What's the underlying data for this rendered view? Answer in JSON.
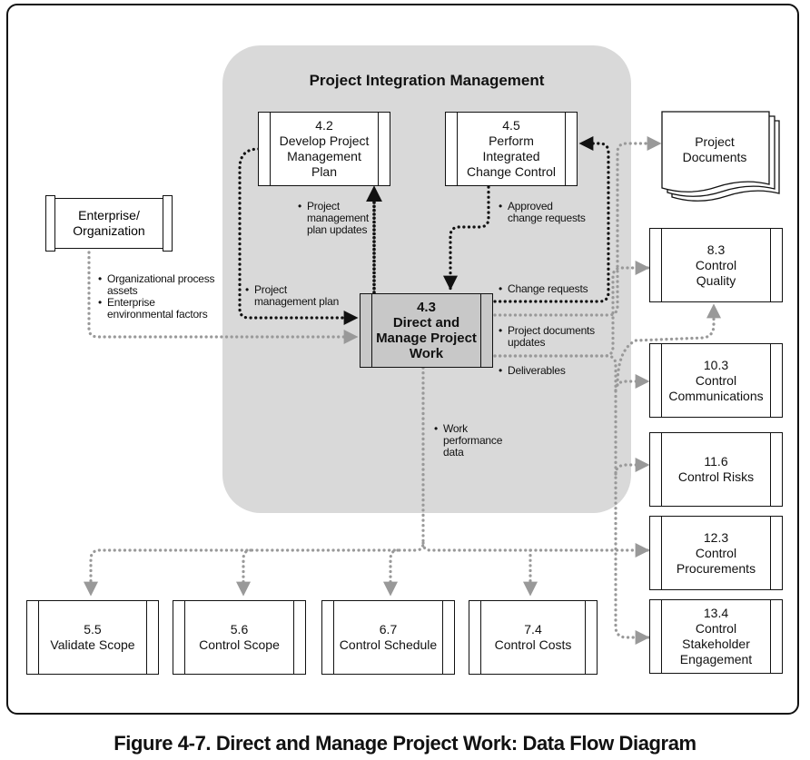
{
  "diagram": {
    "group_title": "Project Integration Management",
    "caption": "Figure 4-7. Direct and Manage Project Work: Data Flow Diagram",
    "colors": {
      "group_fill": "#d9d9d9",
      "main_process_fill": "#c8c8c8",
      "internal_flow": "#111111",
      "external_flow": "#999999"
    },
    "main_process": {
      "id": "4.3",
      "name": "Direct and Manage Project Work"
    },
    "processes": [
      {
        "id": "4.2",
        "name": "Develop Project Management Plan"
      },
      {
        "id": "4.5",
        "name": "Perform Integrated Change Control"
      },
      {
        "id": "8.3",
        "name": "Control Quality"
      },
      {
        "id": "10.3",
        "name": "Control Communications"
      },
      {
        "id": "11.6",
        "name": "Control Risks"
      },
      {
        "id": "12.3",
        "name": "Control Procurements"
      },
      {
        "id": "13.4",
        "name": "Control Stakeholder Engagement"
      },
      {
        "id": "5.5",
        "name": "Validate Scope"
      },
      {
        "id": "5.6",
        "name": "Control Scope"
      },
      {
        "id": "6.7",
        "name": "Control Schedule"
      },
      {
        "id": "7.4",
        "name": "Control Costs"
      }
    ],
    "external_entity": {
      "name": "Enterprise/ Organization"
    },
    "data_store": {
      "name": "Project Documents"
    },
    "flow_labels": {
      "enterprise_inputs": [
        "Organizational process assets",
        "Enterprise environmental factors"
      ],
      "pm_plan_updates": [
        "Project management plan updates"
      ],
      "pm_plan": [
        "Project management plan"
      ],
      "approved_cr": [
        "Approved change requests"
      ],
      "change_requests": [
        "Change requests"
      ],
      "doc_updates": [
        "Project documents updates"
      ],
      "deliverables": [
        "Deliverables"
      ],
      "work_perf_data": [
        "Work performance data"
      ]
    }
  }
}
